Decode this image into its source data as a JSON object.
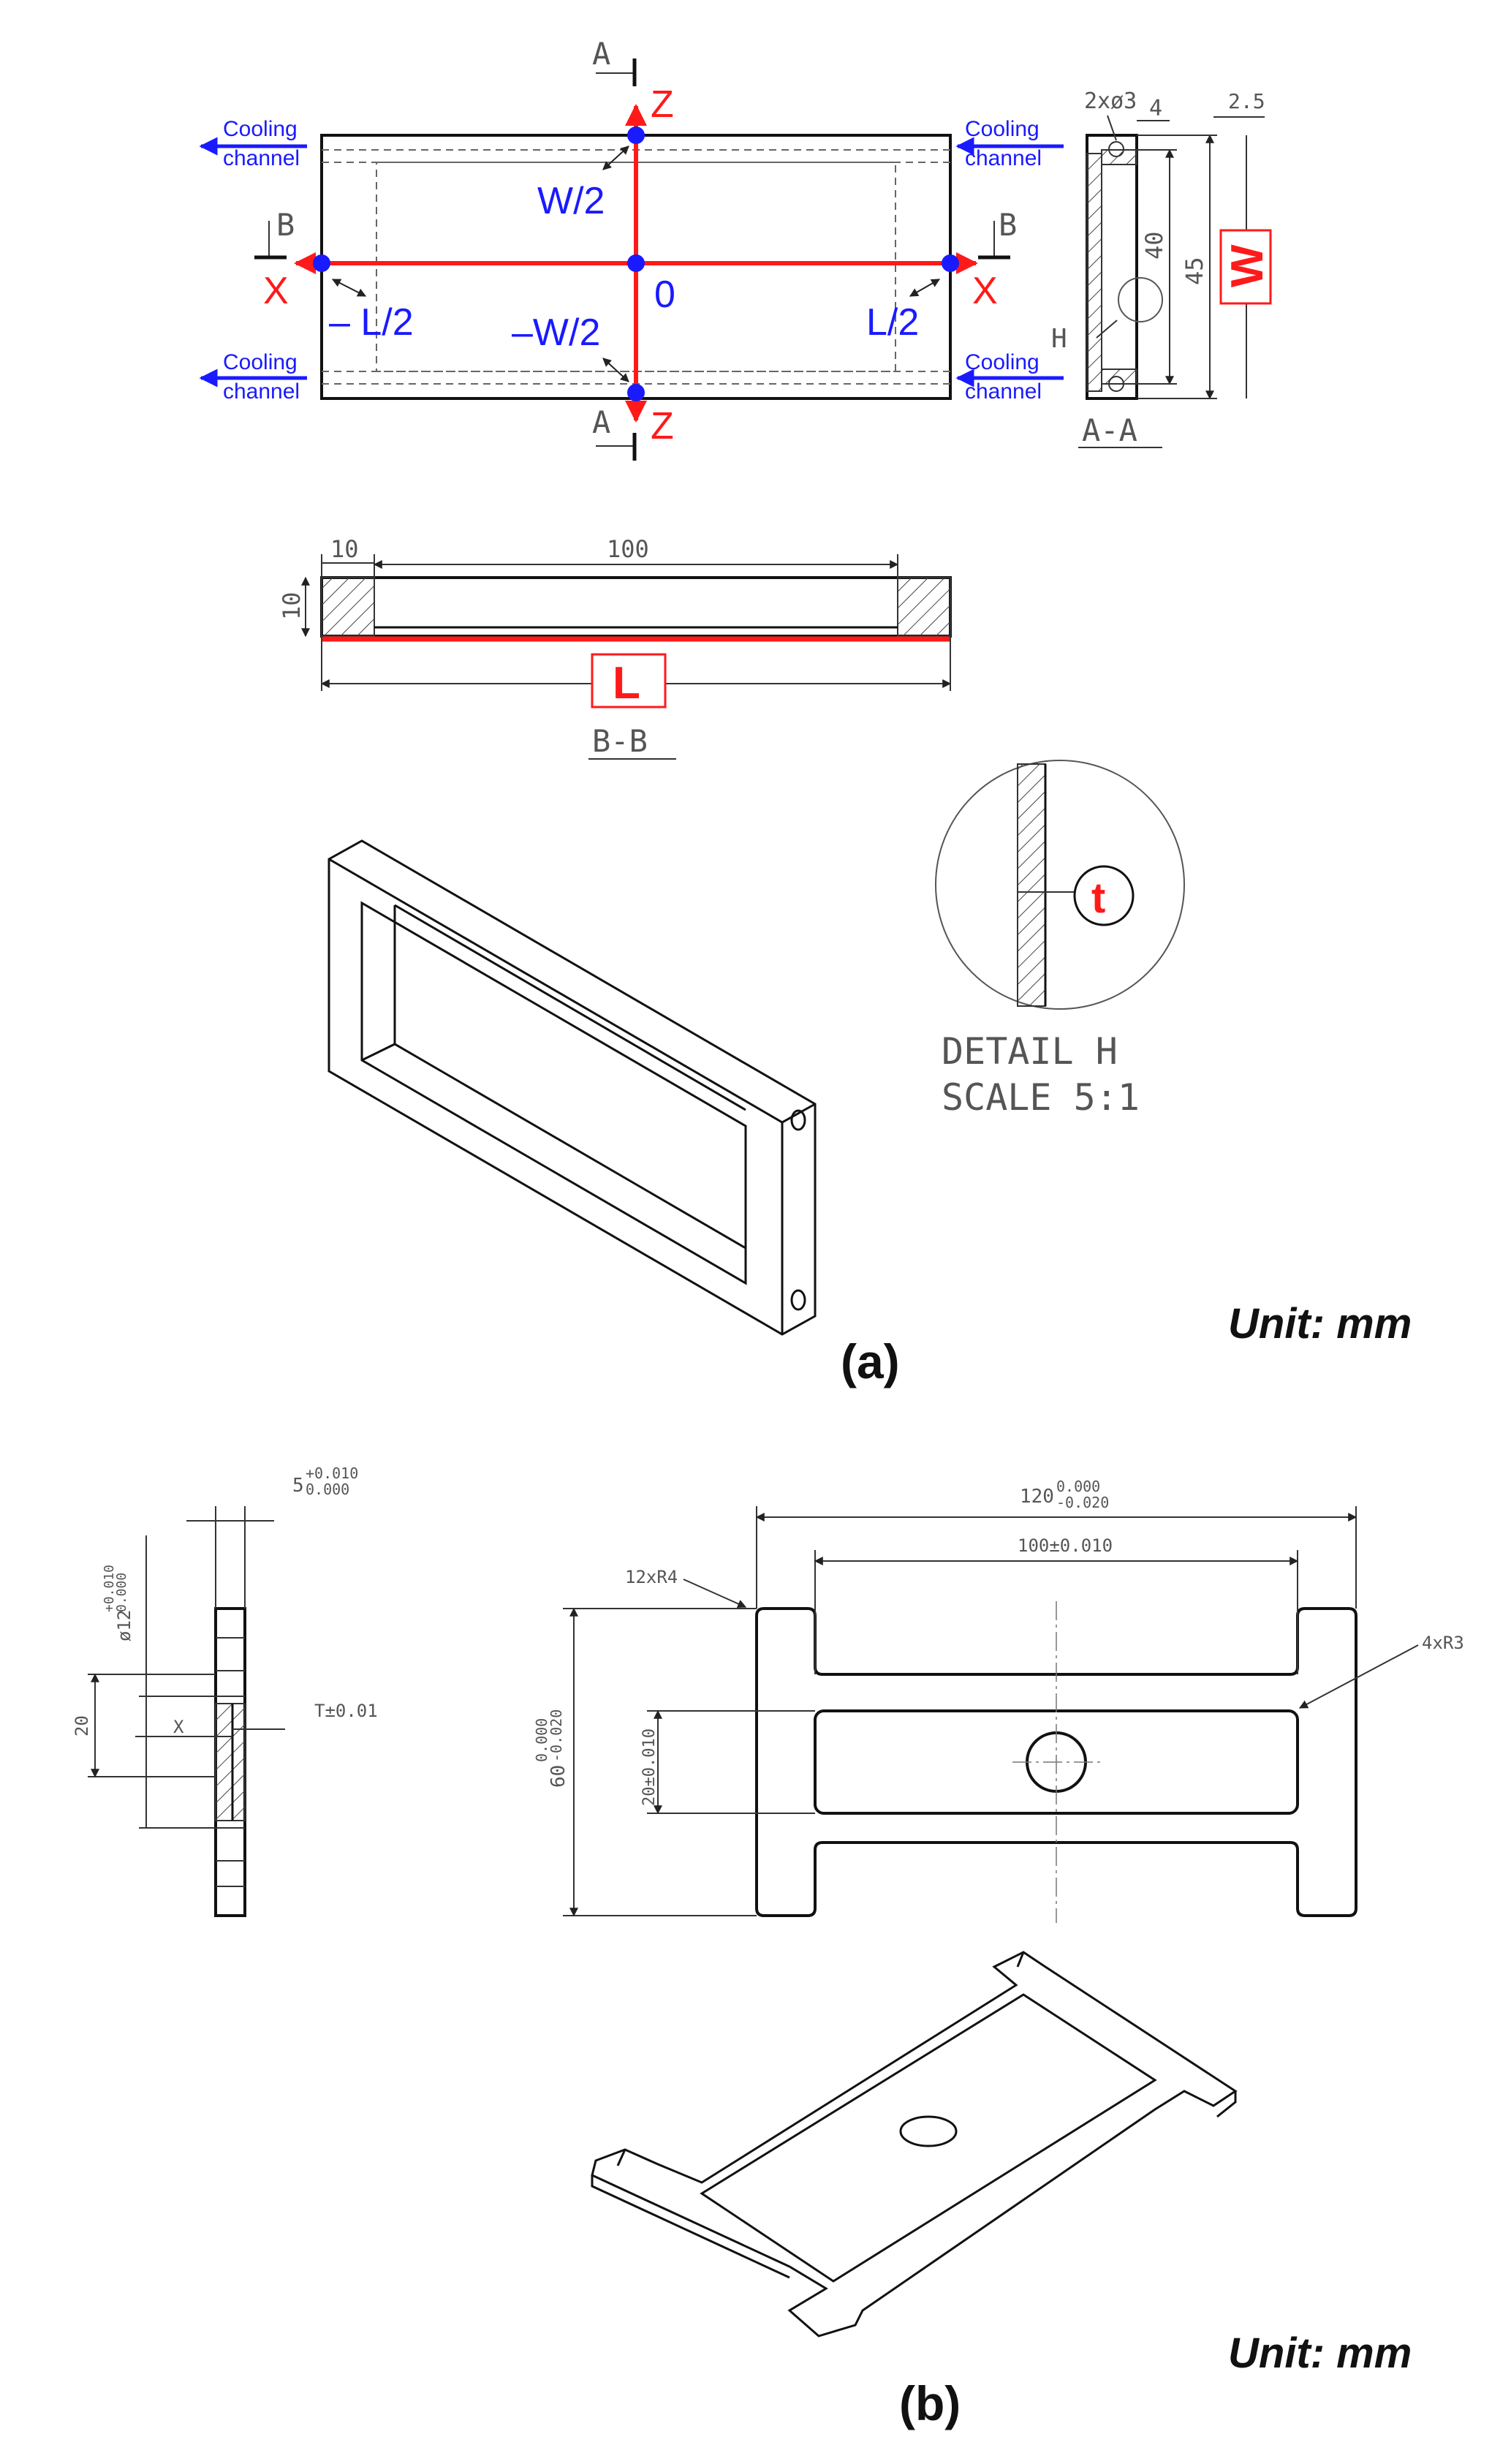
{
  "figure_a": {
    "coolant": {
      "line1": "Cooling",
      "line2": "channel",
      "color": "#1a1aff"
    },
    "axes": {
      "z_top": "Z",
      "z_bottom": "Z",
      "x_left": "X",
      "x_right": "X",
      "color": "#ff1a1a"
    },
    "positions": {
      "w_half": "W/2",
      "neg_w_half": "–W/2",
      "neg_l_half": "– L/2",
      "l_half": "L/2",
      "origin": "0"
    },
    "section_marks": {
      "a_top": "A",
      "a_bottom": "A",
      "b_left": "B",
      "b_right": "B"
    },
    "section_aa": {
      "holes": "2xø3",
      "dim_4": "4",
      "dim_2_5": "2.5",
      "dim_40": "40",
      "dim_45": "45",
      "w_label": "W",
      "detail_h": "H",
      "caption": "A-A"
    },
    "section_bb": {
      "dim_10_left": "10",
      "dim_100": "100",
      "dim_10_height": "10",
      "l_label": "L",
      "caption": "B-B"
    },
    "detail": {
      "t_label": "t",
      "line1": "DETAIL H",
      "line2": "SCALE 5:1"
    },
    "unit": "Unit: mm",
    "caption": "(a)"
  },
  "figure_b": {
    "side": {
      "thk": "5",
      "thk_tol_hi": "+0.010",
      "thk_tol_lo": "0.000",
      "dia": "ø12",
      "dia_tol_hi": "+0.010",
      "dia_tol_lo": "0.000",
      "t_tol": "T±0.01",
      "x_label": "X",
      "dim_20": "20"
    },
    "front": {
      "width": "120",
      "width_tol_hi": "0.000",
      "width_tol_lo": "-0.020",
      "inner": "100±0.010",
      "r4": "12xR4",
      "r3": "4xR3",
      "height": "60",
      "height_tol_hi": "0.000",
      "height_tol_lo": "-0.020",
      "slot": "20±0.010"
    },
    "unit": "Unit: mm",
    "caption": "(b)"
  }
}
